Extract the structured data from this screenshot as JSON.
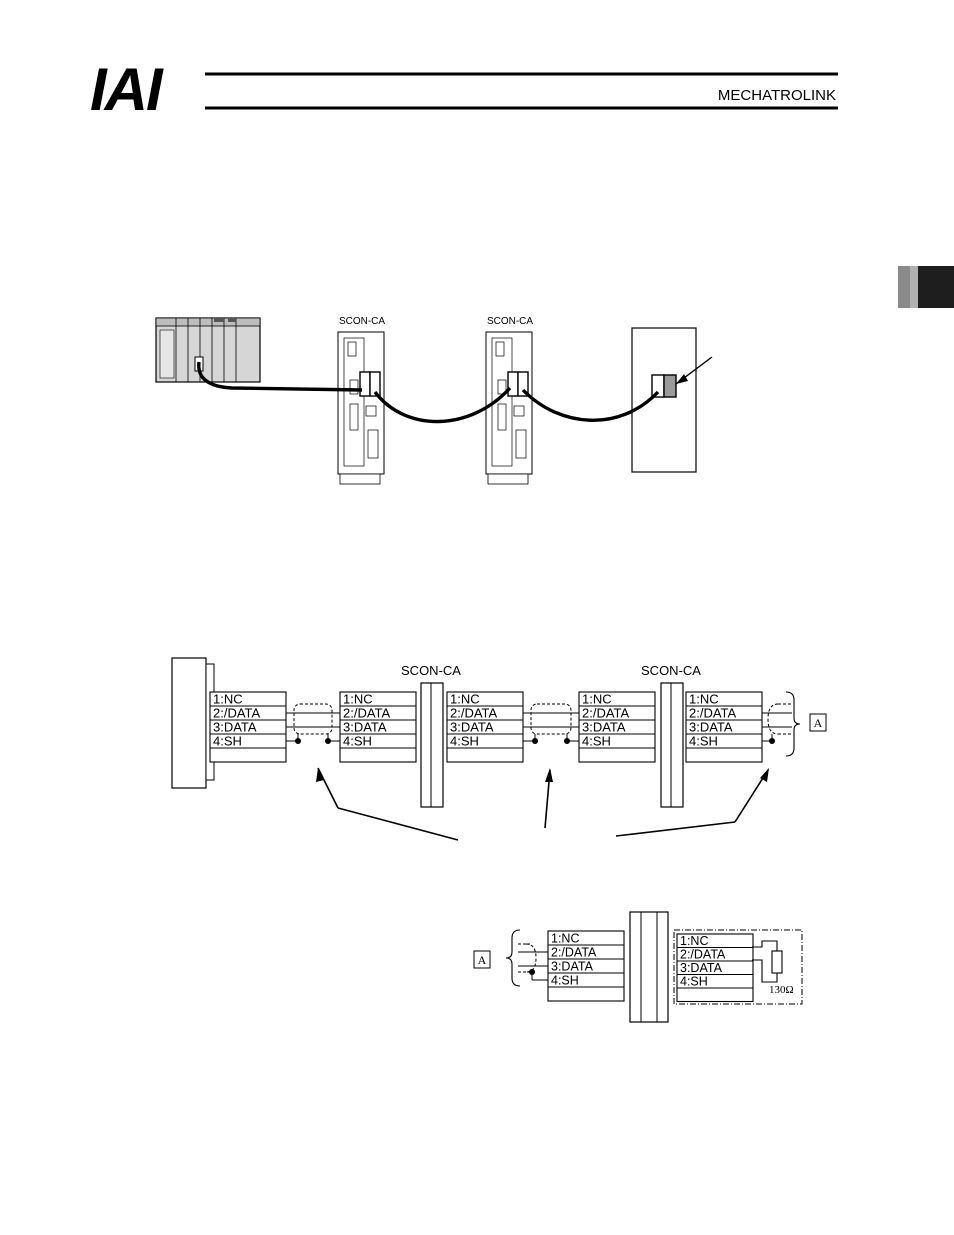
{
  "header": {
    "brand": "IAI",
    "section": "MECHATROLINK"
  },
  "overview": {
    "controllers": [
      {
        "label": "SCON-CA"
      },
      {
        "label": "SCON-CA"
      }
    ]
  },
  "wiring": {
    "controllers": [
      {
        "label": "SCON-CA"
      },
      {
        "label": "SCON-CA"
      }
    ],
    "pins": [
      "1:NC",
      "2:/DATA",
      "3:DATA",
      "4:SH"
    ],
    "ref_label": "A"
  },
  "terminator": {
    "ref_label": "A",
    "pins": [
      "1:NC",
      "2:/DATA",
      "3:DATA",
      "4:SH"
    ],
    "resistor": "130Ω"
  },
  "colors": {
    "ink": "#000000",
    "side_tab_light": "#8a8a8a",
    "side_tab_dark": "#1e1e1e",
    "plc_fill": "#d6d6d6"
  }
}
